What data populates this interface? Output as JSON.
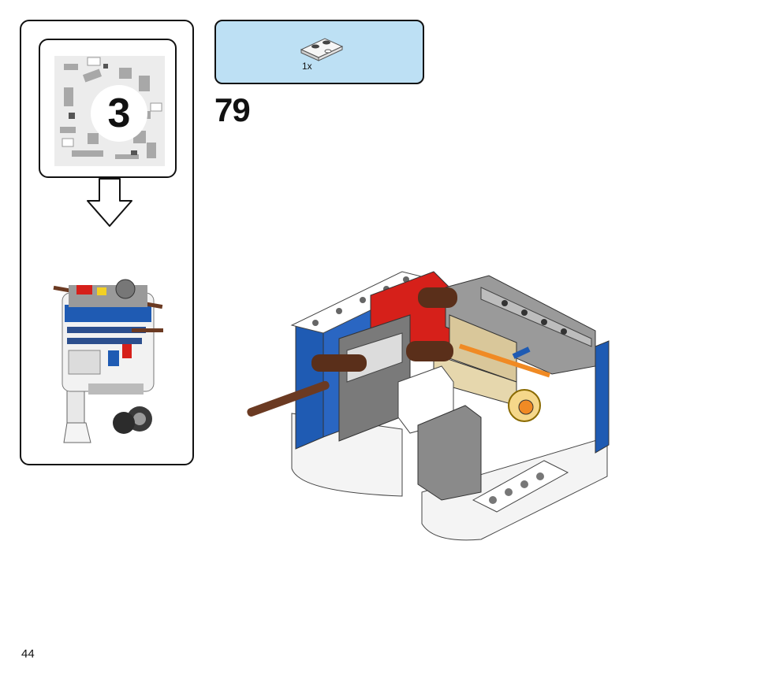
{
  "bag": {
    "number": "3"
  },
  "parts_callout": {
    "quantity": "1x",
    "part": "white-plate-with-studs-icon"
  },
  "step": {
    "number": "79"
  },
  "page": {
    "number": "44"
  },
  "colors": {
    "callout_bg": "#bde0f4",
    "brick_blue": "#1f5bb3",
    "brick_red": "#d6201a",
    "brick_tan": "#d9c79a",
    "brick_gray": "#9a9a9a",
    "brick_brown": "#6b3a22",
    "accent_orange": "#f08a24"
  }
}
